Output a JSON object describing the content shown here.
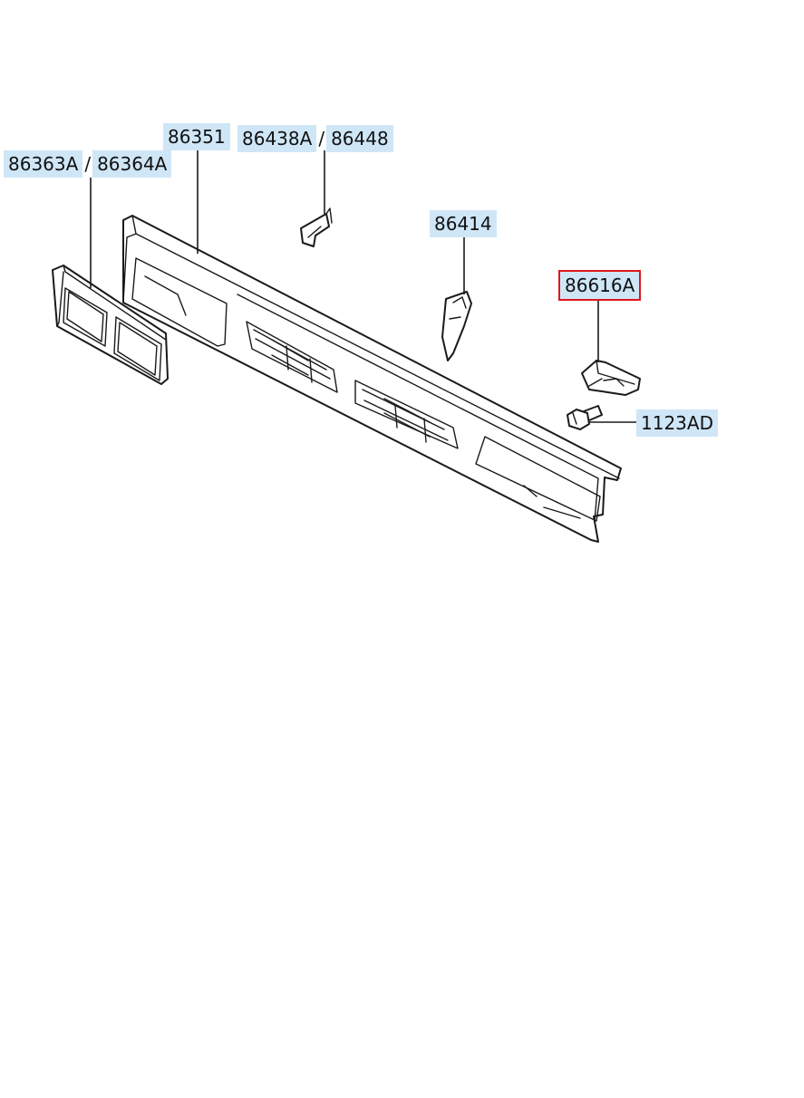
{
  "diagram": {
    "labels": {
      "headlamp_bezel": [
        "86363A",
        "86364A"
      ],
      "grille": [
        "86351"
      ],
      "bracket_left": [
        "86438A",
        "86448"
      ],
      "bracket_center": [
        "86414"
      ],
      "bracket_right": [
        "86616A"
      ],
      "bolt": [
        "1123AD"
      ]
    },
    "separator": "/",
    "selected_part": "86616A",
    "colors": {
      "label_fill": "#cfe6f7",
      "selected_outline": "#e0161b",
      "ink": "#1a1a1a"
    }
  }
}
